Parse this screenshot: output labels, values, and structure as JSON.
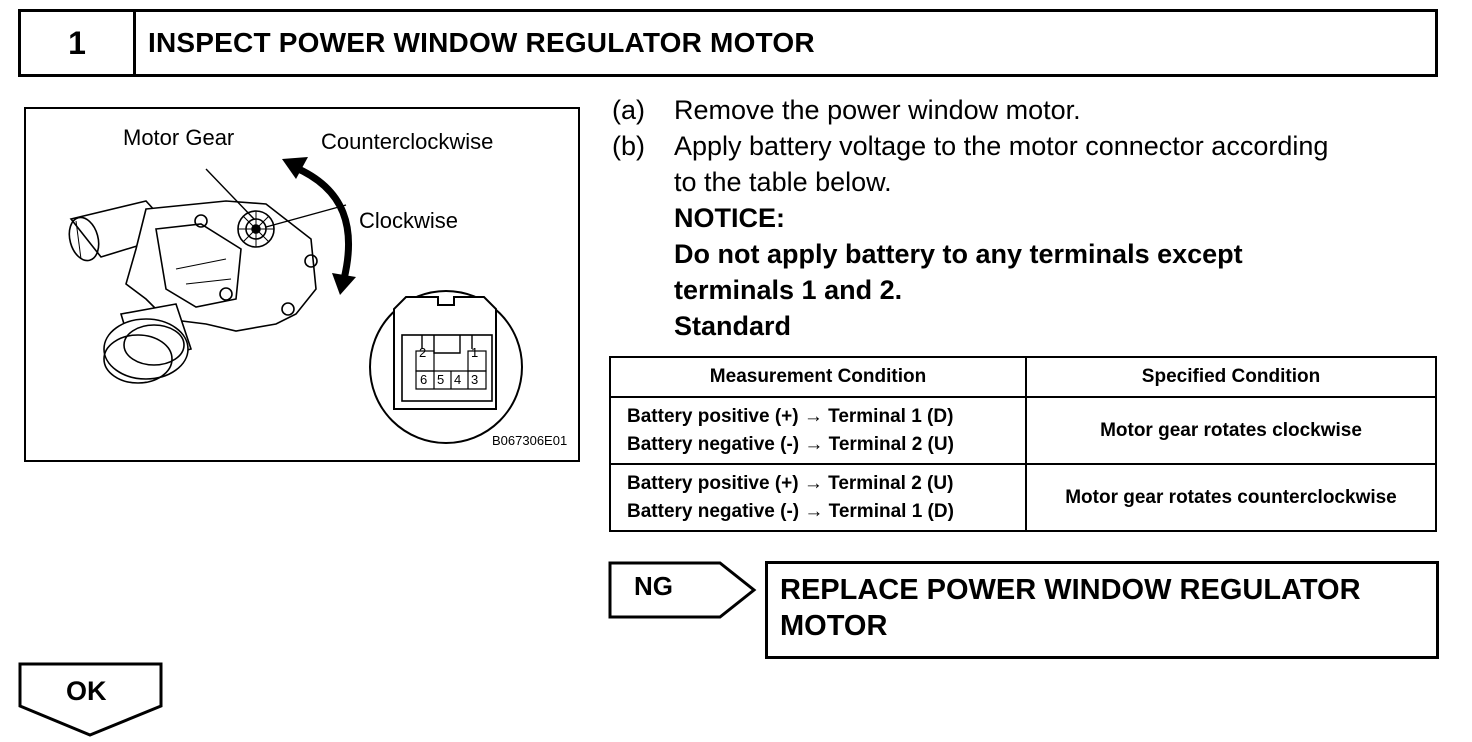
{
  "step": {
    "number": "1",
    "title": "INSPECT POWER WINDOW REGULATOR MOTOR"
  },
  "illustration": {
    "labels": {
      "motor_gear": "Motor Gear",
      "counterclockwise": "Counterclockwise",
      "clockwise": "Clockwise"
    },
    "connector_pins_top": [
      "2",
      "1"
    ],
    "connector_pins_bottom": [
      "6",
      "5",
      "4",
      "3"
    ],
    "figure_code": "B067306E01"
  },
  "instructions": {
    "a_tag": "(a)",
    "a_text": "Remove the power window motor.",
    "b_tag": "(b)",
    "b_text_1": "Apply battery voltage to the motor connector according",
    "b_text_2": "to the table below.",
    "notice_label": "NOTICE:",
    "notice_text_1": "Do not apply battery to any terminals except",
    "notice_text_2": "terminals 1 and 2.",
    "standard_label": "Standard"
  },
  "table": {
    "headers": [
      "Measurement Condition",
      "Specified Condition"
    ],
    "rows": [
      {
        "cond_1": "Battery positive (+) → Terminal 1 (D)",
        "cond_2": "Battery negative (-) → Terminal 2 (U)",
        "spec": "Motor gear rotates clockwise"
      },
      {
        "cond_1": "Battery positive (+) → Terminal 2 (U)",
        "cond_2": "Battery negative (-) → Terminal 1 (D)",
        "spec": "Motor gear rotates counterclockwise"
      }
    ]
  },
  "ng": {
    "label": "NG",
    "result_1": "REPLACE POWER WINDOW REGULATOR",
    "result_2": "MOTOR"
  },
  "ok": {
    "label": "OK"
  }
}
